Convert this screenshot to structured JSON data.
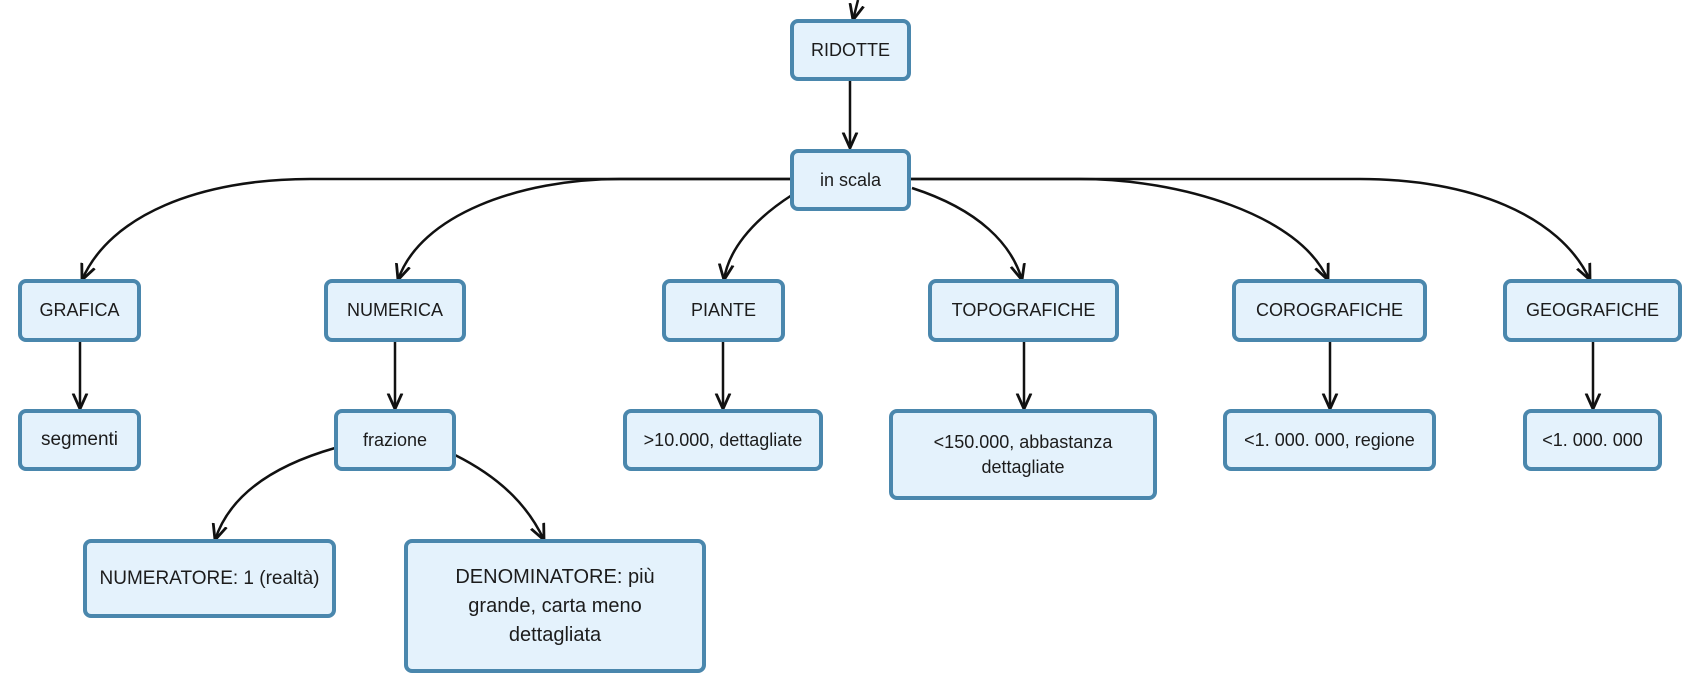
{
  "nodes": {
    "ridotte": "RIDOTTE",
    "in_scala": "in scala",
    "grafica": "GRAFICA",
    "numerica": "NUMERICA",
    "piante": "PIANTE",
    "topografiche": "TOPOGRAFICHE",
    "corografiche": "COROGRAFICHE",
    "geografiche": "GEOGRAFICHE",
    "segmenti": "segmenti",
    "frazione": "frazione",
    "piante_scala": ">10.000, dettagliate",
    "topografiche_scala": "<150.000, abbastanza dettagliate",
    "corografiche_scala": "<1. 000. 000, regione",
    "geografiche_scala": "<1. 000. 000",
    "numeratore": "NUMERATORE: 1 (realtà)",
    "denominatore": "DENOMINATORE: più grande, carta meno dettagliata"
  },
  "colors": {
    "node_fill": "#e4f2fc",
    "node_border": "#4a87ad",
    "edge": "#111111"
  }
}
